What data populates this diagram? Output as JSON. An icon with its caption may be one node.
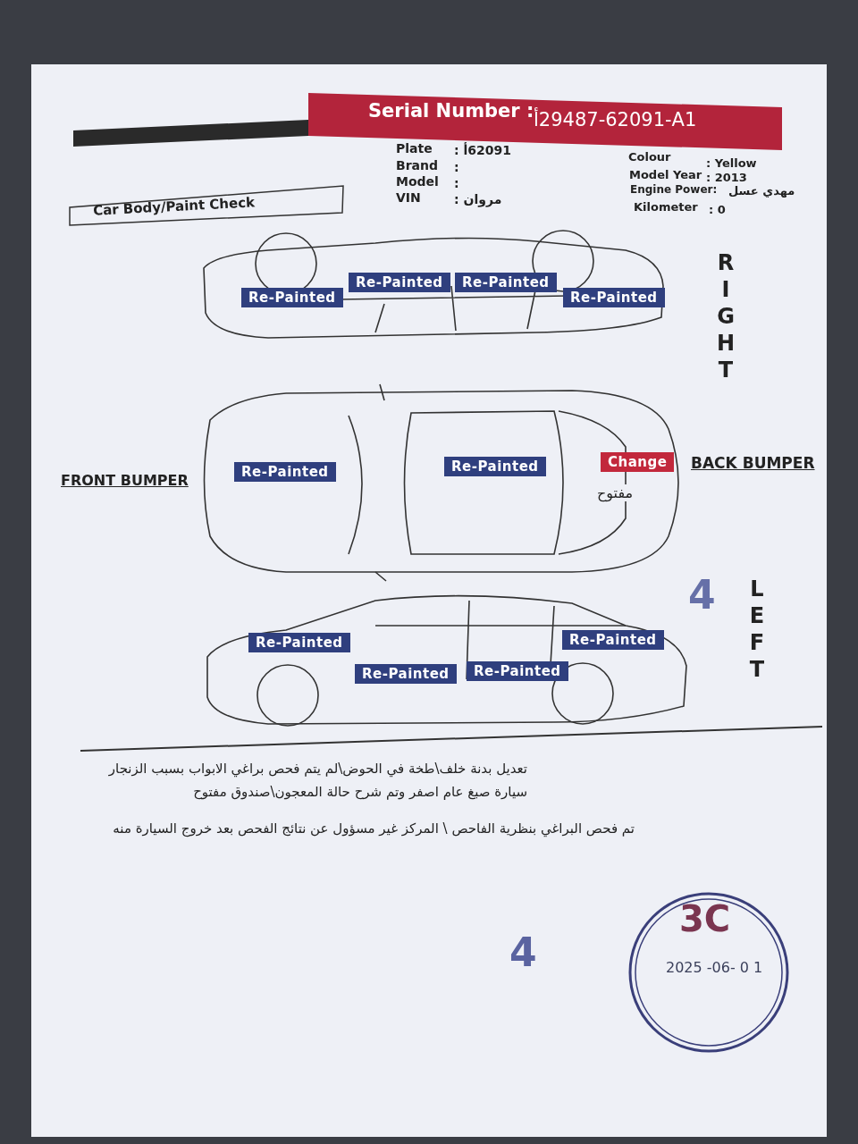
{
  "diagram": {
    "labels": [
      "Serial Number :",
      "أ29487-62091-A1",
      "Plate",
      ": أ62091",
      "Brand",
      ":",
      "Model",
      ":",
      "VIN",
      ": مروان",
      "Colour",
      ": Yellow",
      "Model Year",
      ": 2013",
      "Engine Power:",
      "مهدي عسل",
      "Kilometer",
      ": 0",
      "Car Body/Paint Check",
      "RIGHT",
      "Re-Painted",
      "Re-Painted",
      "Re-Painted",
      "Re-Painted",
      "FRONT BUMPER",
      "Re-Painted",
      "Re-Painted",
      "Change",
      "مفتوح",
      "BACK BUMPER",
      "4",
      "LEFT",
      "Re-Painted",
      "Re-Painted",
      "Re-Painted",
      "Re-Painted",
      "تعديل بدنة خلف\\طخة في الحوض\\لم يتم فحص براغي الابواب بسبب الزنجار سيارة صبغ عام اصفر وتم شرح حالة المعجون\\صندوق مفتوح",
      "تم فحص البراغي بنظرية الفاحص \\ المركز غير مسؤول عن نتائج الفحص بعد خروج السيارة منه",
      "4",
      "3C",
      "2025 -06- 0 1"
    ]
  }
}
